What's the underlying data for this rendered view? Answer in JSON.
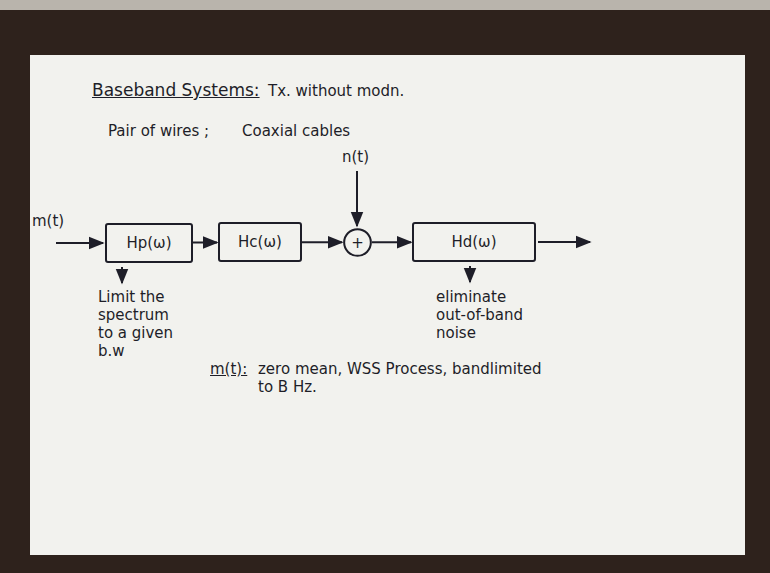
{
  "diagram": {
    "title": "Baseband Systems:",
    "nodes": [
      {
        "text": [
          "Hp(ω)"
        ]
      },
      {
        "text": [
          "Hc(ω)"
        ]
      },
      {
        "text": [
          "+"
        ]
      },
      {
        "text": [
          "Hd(ω)"
        ]
      }
    ],
    "edges": [
      {
        "from": 0,
        "to": 1,
        "arrow": "to"
      },
      {
        "from": 1,
        "to": 2,
        "arrow": "to"
      },
      {
        "from": 2,
        "to": 3,
        "arrow": "to"
      }
    ],
    "labels": [
      "Tx. without modn.",
      "Pair of wires ;",
      "Coaxial cables",
      "m(t)",
      "n(t)",
      "Limit the spectrum to a given b.w",
      "eliminate out-of-band noise",
      "m(t):",
      "zero mean, WSS Process, bandlimited to B Hz."
    ]
  }
}
